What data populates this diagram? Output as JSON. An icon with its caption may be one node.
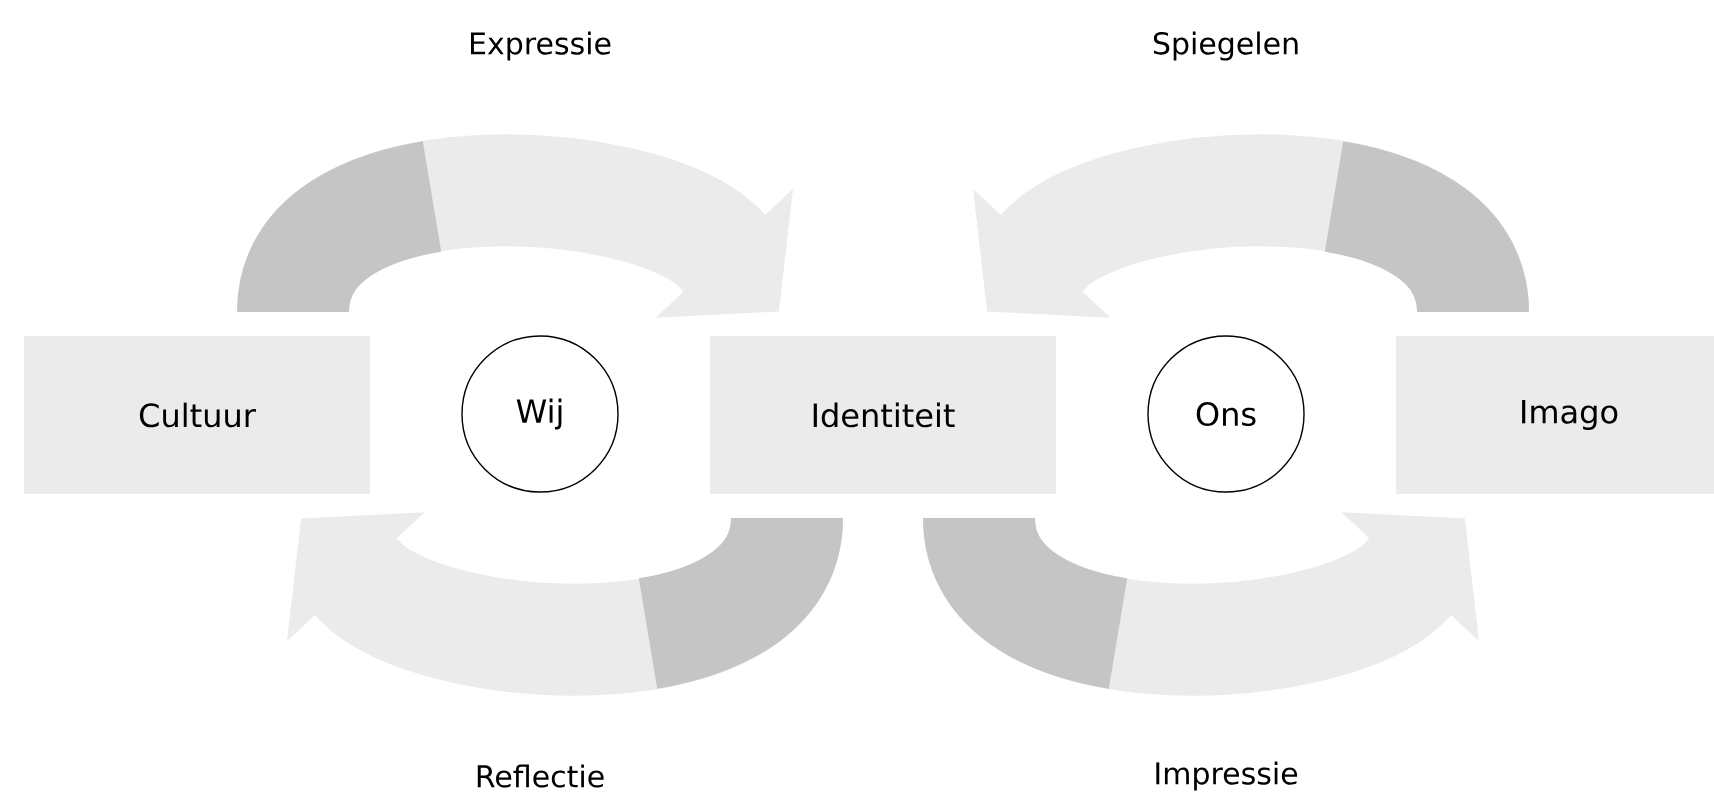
{
  "diagram": {
    "nodes": [
      {
        "text": [
          "Cultuur"
        ]
      },
      {
        "text": [
          "Wij"
        ]
      },
      {
        "text": [
          "Identiteit"
        ]
      },
      {
        "text": [
          "Ons"
        ]
      },
      {
        "text": [
          "Imago"
        ]
      }
    ],
    "edges": [
      {
        "from": 0,
        "to": 2,
        "arrow": "to",
        "label": "Expressie"
      },
      {
        "from": 4,
        "to": 2,
        "arrow": "to",
        "label": "Spiegelen"
      },
      {
        "from": 2,
        "to": 0,
        "arrow": "to",
        "label": "Reflectie"
      },
      {
        "from": 2,
        "to": 4,
        "arrow": "to",
        "label": "Impressie"
      }
    ]
  }
}
